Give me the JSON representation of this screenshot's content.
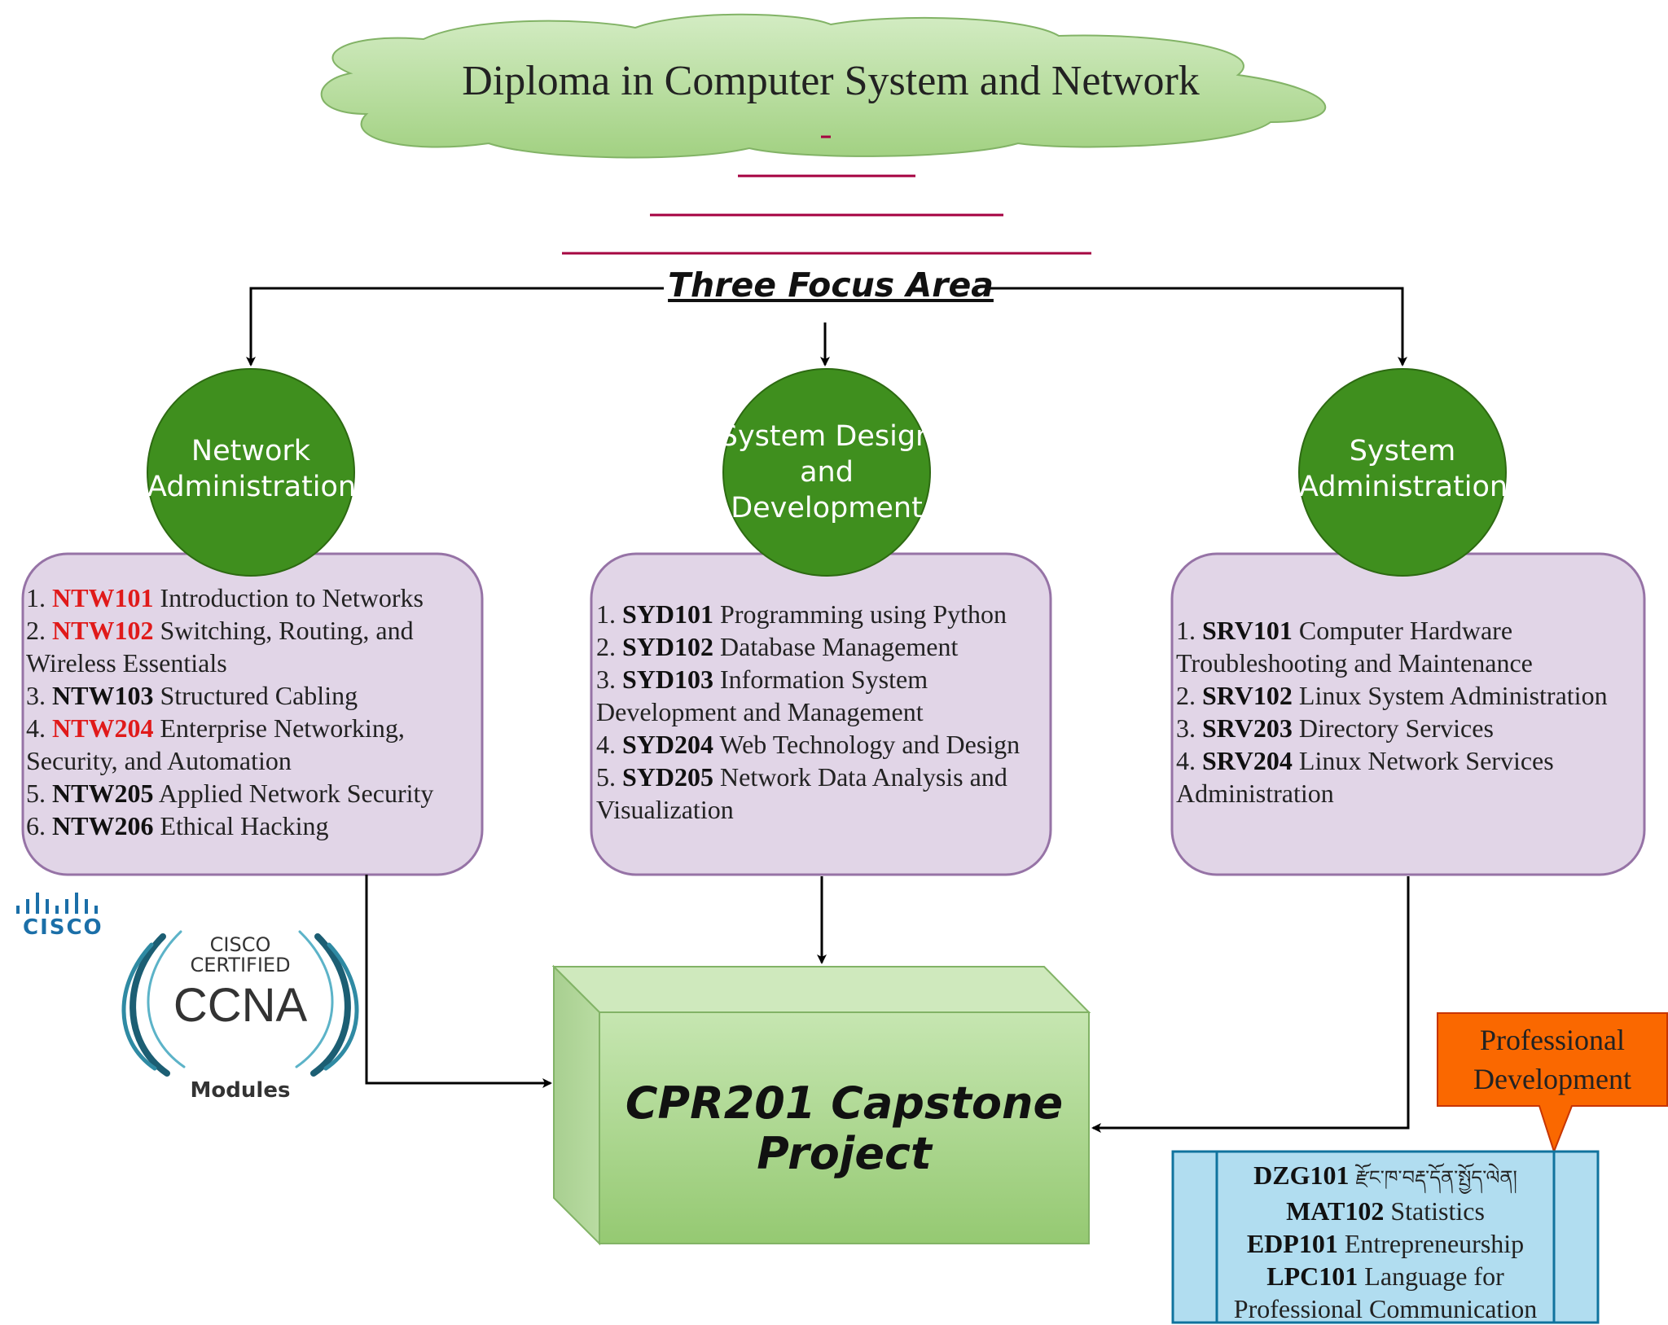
{
  "title": "Diploma in Computer System and Network",
  "focus_label": "Three Focus Area",
  "areas": [
    {
      "name": "Network Administration",
      "name_lines": [
        "Network",
        "Administration"
      ],
      "modules": [
        {
          "num": "1.",
          "code": "NTW101",
          "highlight": true,
          "title": "Introduction to Networks",
          "lines": [
            "Introduction to Networks"
          ]
        },
        {
          "num": "2.",
          "code": "NTW102",
          "highlight": true,
          "title": "Switching, Routing, and Wireless Essentials",
          "lines": [
            "Switching, Routing, and",
            "Wireless Essentials"
          ]
        },
        {
          "num": "3.",
          "code": "NTW103",
          "highlight": false,
          "title": "Structured Cabling",
          "lines": [
            "Structured Cabling"
          ]
        },
        {
          "num": "4.",
          "code": "NTW204",
          "highlight": true,
          "title": "Enterprise Networking, Security, and Automation",
          "lines": [
            "Enterprise Networking,",
            "Security, and Automation"
          ]
        },
        {
          "num": "5.",
          "code": "NTW205",
          "highlight": false,
          "title": "Applied Network Security",
          "lines": [
            "Applied Network Security"
          ]
        },
        {
          "num": "6.",
          "code": "NTW206",
          "highlight": false,
          "title": "Ethical Hacking",
          "lines": [
            "Ethical Hacking"
          ]
        }
      ]
    },
    {
      "name": "System Design and Development",
      "name_lines": [
        "System Design",
        "and",
        "Development"
      ],
      "modules": [
        {
          "num": "1.",
          "code": "SYD101",
          "highlight": false,
          "title": "Programming using Python",
          "lines": [
            "Programming using Python"
          ]
        },
        {
          "num": "2.",
          "code": "SYD102",
          "highlight": false,
          "title": "Database Management",
          "lines": [
            "Database Management"
          ]
        },
        {
          "num": "3.",
          "code": "SYD103",
          "highlight": false,
          "title": "Information System Development and Management",
          "lines": [
            "Information System",
            "Development and Management"
          ]
        },
        {
          "num": "4.",
          "code": "SYD204",
          "highlight": false,
          "title": "Web Technology and Design",
          "lines": [
            "Web Technology and Design"
          ]
        },
        {
          "num": "5.",
          "code": "SYD205",
          "highlight": false,
          "title": "Network Data Analysis and Visualization",
          "lines": [
            "Network Data Analysis and",
            "Visualization"
          ]
        }
      ]
    },
    {
      "name": "System Administration",
      "name_lines": [
        "System",
        "Administration"
      ],
      "modules": [
        {
          "num": "1.",
          "code": "SRV101",
          "highlight": false,
          "title": "Computer Hardware Troubleshooting and Maintenance",
          "lines": [
            "Computer Hardware",
            "Troubleshooting and Maintenance"
          ]
        },
        {
          "num": "2.",
          "code": "SRV102",
          "highlight": false,
          "title": "Linux System Administration",
          "lines": [
            "Linux System Administration"
          ]
        },
        {
          "num": "3.",
          "code": "SRV203",
          "highlight": false,
          "title": "Directory Services",
          "lines": [
            "Directory Services"
          ]
        },
        {
          "num": "4.",
          "code": "SRV204",
          "highlight": false,
          "title": "Linux Network Services Administration",
          "lines": [
            "Linux Network Services",
            "Administration"
          ]
        }
      ]
    }
  ],
  "capstone": {
    "line1": "CPR201 Capstone",
    "line2": "Project"
  },
  "professional_development": {
    "label": "Professional Development",
    "label_lines": [
      "Professional",
      "Development"
    ],
    "modules": [
      {
        "code": "DZG101",
        "title": "རྫོང་ཁ་བརྡ་དོན་སྤྱོད་ལེན།",
        "lines": [
          "རྫོང་ཁ་བརྡ་དོན་སྤྱོད་ལེན།"
        ]
      },
      {
        "code": "MAT102",
        "title": "Statistics",
        "lines": [
          "Statistics"
        ]
      },
      {
        "code": "EDP101",
        "title": "Entrepreneurship",
        "lines": [
          "Entrepreneurship"
        ]
      },
      {
        "code": "LPC101",
        "title": "Language for Professional Communication",
        "lines": [
          "Language for",
          "Professional Communication"
        ]
      }
    ]
  },
  "cisco_logo": {
    "word": "CISCO",
    "icon": "cisco-bridge-logo"
  },
  "ccna_badge": {
    "line1": "CISCO",
    "line2": "CERTIFIED",
    "main": "CCNA",
    "caption": "Modules",
    "icon": "ccna-badge"
  },
  "colors": {
    "cloud_fill": "#b9dfa3",
    "cloud_stroke": "#82b366",
    "circle_fill": "#3f8f1e",
    "box_fill": "#e1d5e7",
    "box_stroke": "#9673a6",
    "capstone_front": "#a9d68c",
    "capstone_side": "#8fc070",
    "callout_fill": "#fa6800",
    "pd_fill": "#b1ddf0",
    "pd_stroke": "#10739e",
    "underline": "#a50040",
    "highlight_code": "#e01a1a"
  }
}
